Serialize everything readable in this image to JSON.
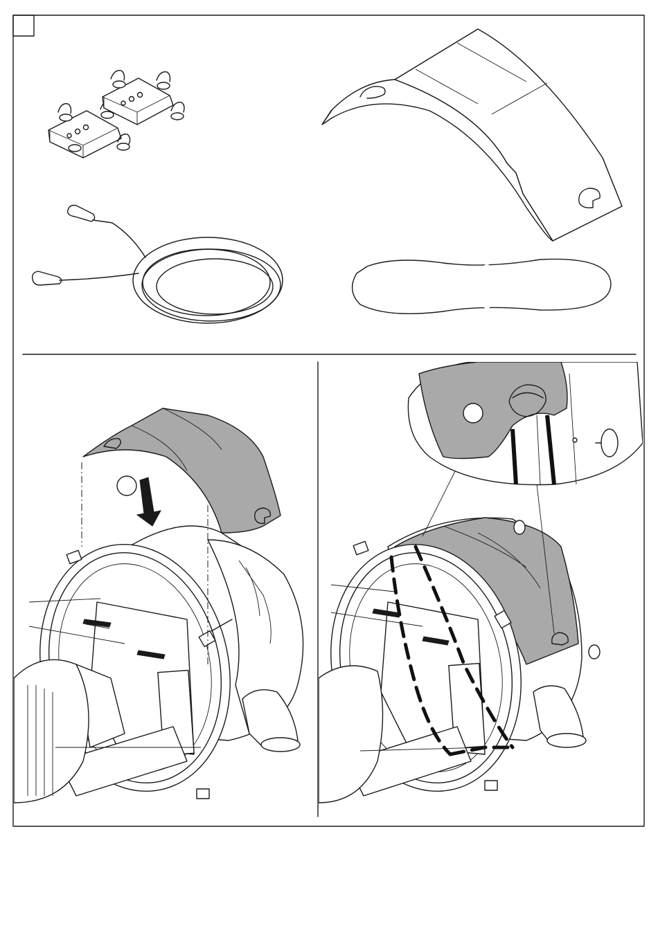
{
  "figure": {
    "step_box": "",
    "panels": [
      {
        "id": "parts",
        "items": [
          "mounting-clamps",
          "safety-cable",
          "top-cover",
          "rubber-band"
        ]
      },
      {
        "id": "install-cover"
      },
      {
        "id": "secure-band"
      }
    ]
  },
  "colors": {
    "line": "#1a1a1a",
    "cover_fill": "#a9a9a9",
    "background": "#ffffff"
  },
  "icons": [
    "carabiner-icon",
    "down-arrow-icon",
    "callout-circle-icon"
  ]
}
